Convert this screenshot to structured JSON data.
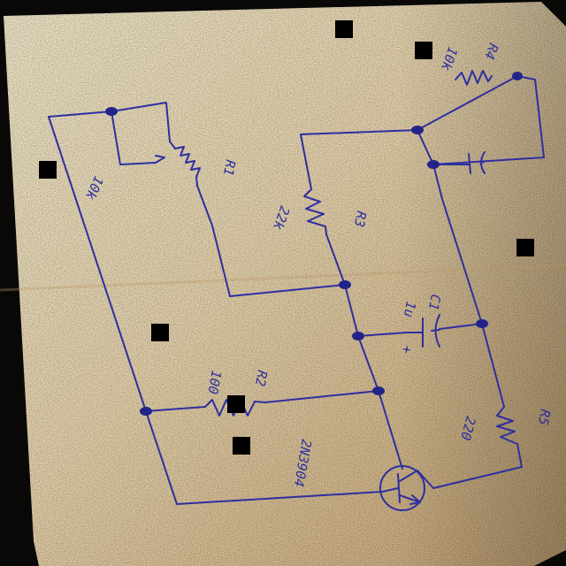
{
  "photo": {
    "paper_color_light": "#f4e8c6",
    "paper_color_dark": "#c9a97d",
    "ink_color": "#2e2fa0",
    "background_color": "#0b0a09"
  },
  "schematic": {
    "r1_value": "10k",
    "r1_id": "R1",
    "r4_value": "10k",
    "r4_id": "R4",
    "r3_value": "22k",
    "r3_id": "R3",
    "r2_value": "100",
    "r2_id": "R2",
    "r5_value": "220",
    "r5_id": "R5",
    "c1_value": "1u",
    "c1_id": "C1",
    "c1_polarity": "+",
    "c2_polarity": "+",
    "transistor_part": "2N3904"
  }
}
